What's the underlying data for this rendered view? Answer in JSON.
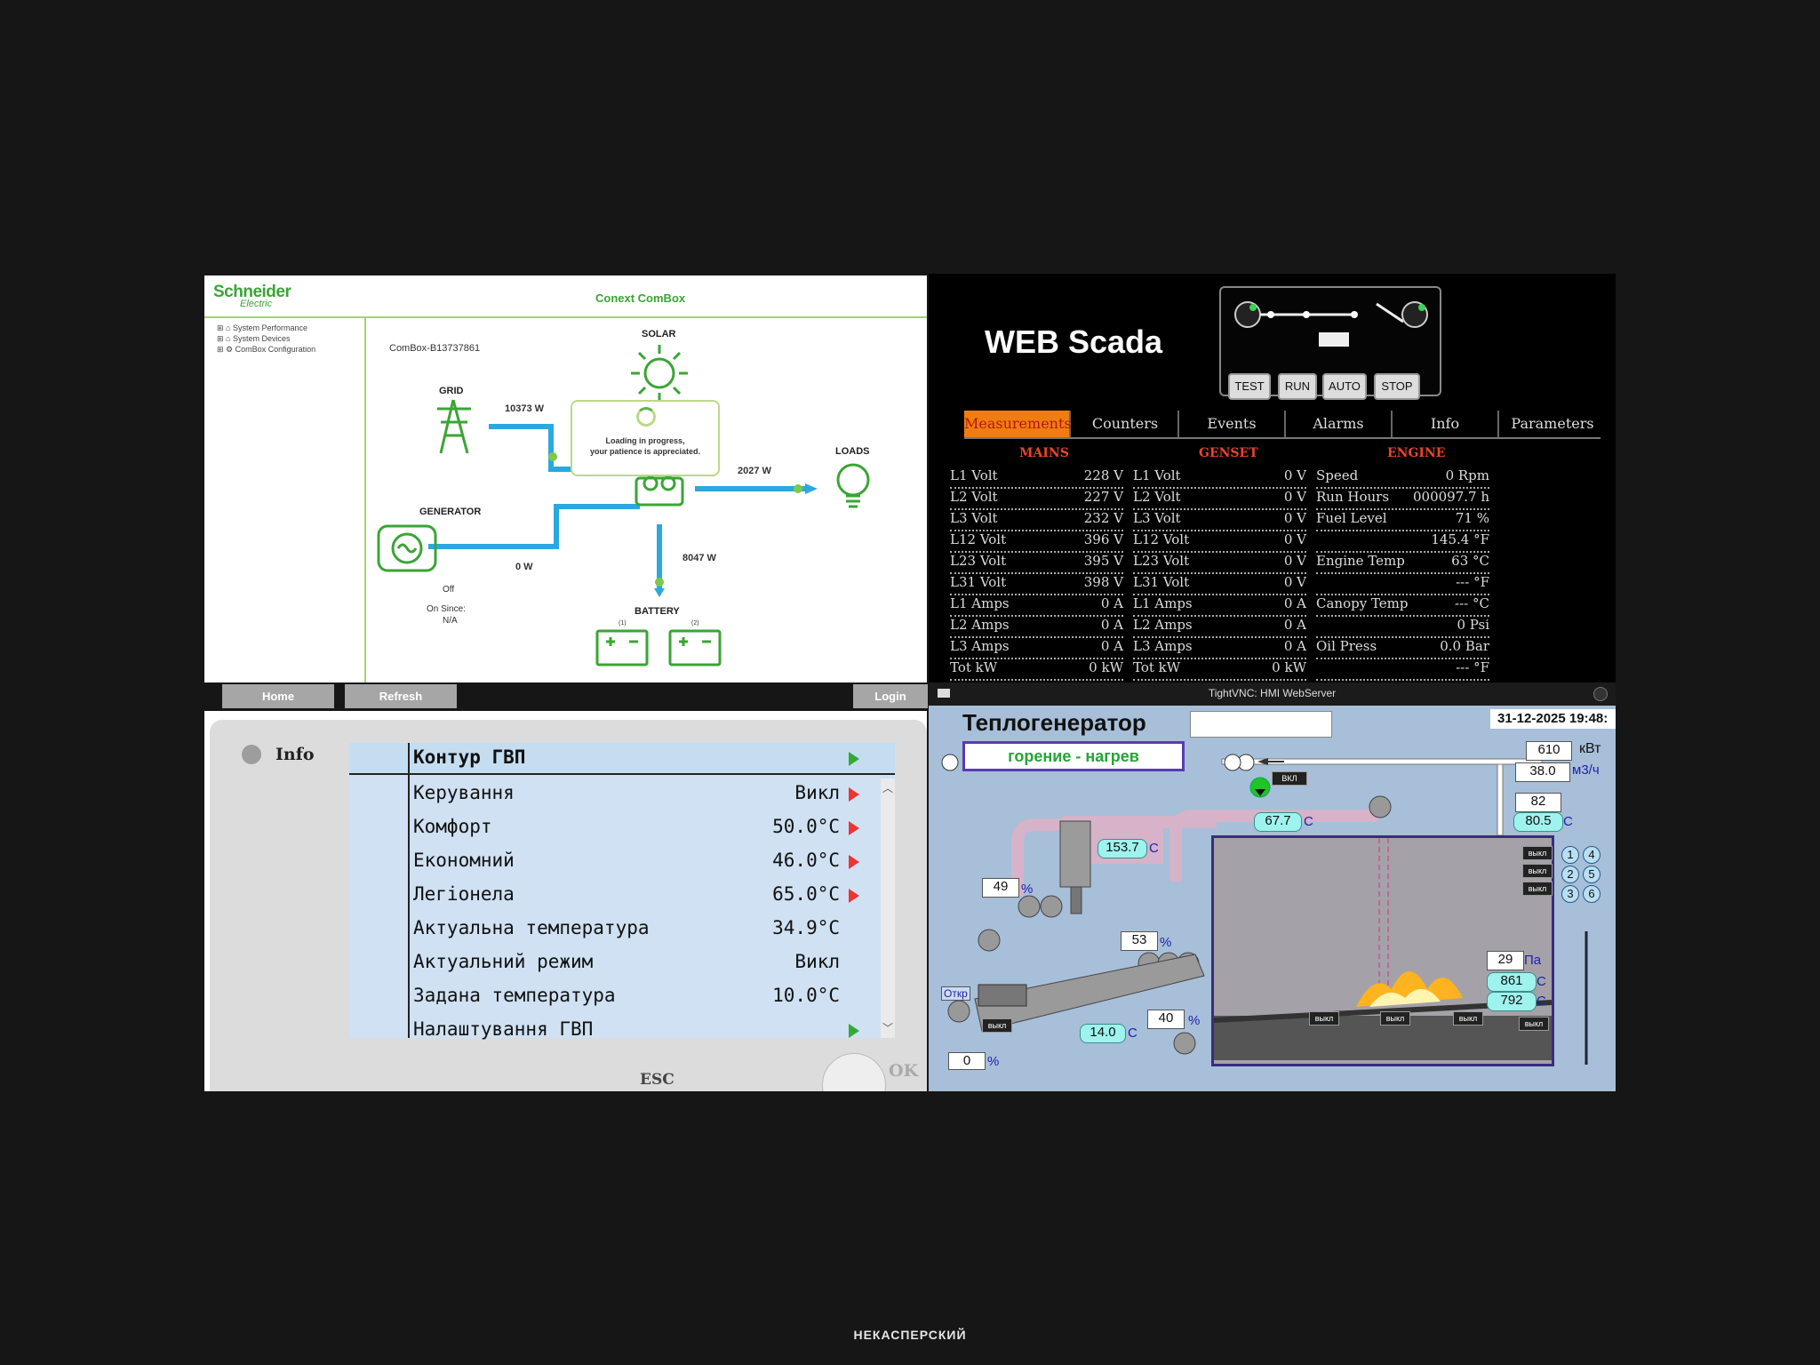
{
  "combox": {
    "brand_name": "Schneider",
    "brand_sub": "Electric",
    "title": "Conext ComBox",
    "nav": [
      "System Performance",
      "System Devices",
      "ComBox Configuration"
    ],
    "device_id": "ComBox-B13737861",
    "solar_label": "SOLAR",
    "grid_label": "GRID",
    "grid_power": "10373 W",
    "loads_label": "LOADS",
    "loads_power": "2027 W",
    "generator_label": "GENERATOR",
    "generator_power": "0 W",
    "generator_state": "Off",
    "generator_since_label": "On Since:",
    "generator_since_value": "N/A",
    "battery_label": "BATTERY",
    "battery_power": "8047 W",
    "battery_tags": [
      "(1)",
      "(2)"
    ],
    "loading_line1": "Loading in progress,",
    "loading_line2": "your patience is appreciated.",
    "buttons": {
      "home": "Home",
      "refresh": "Refresh",
      "login": "Login"
    },
    "colors": {
      "green": "#3aa535",
      "flow": "#2aa9e0"
    }
  },
  "scada": {
    "brand": "WEB Scada",
    "ctrl_buttons": [
      "TEST",
      "RUN",
      "AUTO",
      "STOP"
    ],
    "tabs": [
      "Measurements",
      "Counters",
      "Events",
      "Alarms",
      "Info",
      "Parameters"
    ],
    "active_tab": "Measurements",
    "sections": {
      "mains": "MAINS",
      "genset": "GENSET",
      "engine": "ENGINE"
    },
    "mains": [
      {
        "k": "L1 Volt",
        "v": "228 V"
      },
      {
        "k": "L2 Volt",
        "v": "227 V"
      },
      {
        "k": "L3 Volt",
        "v": "232 V"
      },
      {
        "k": "L12 Volt",
        "v": "396 V"
      },
      {
        "k": "L23 Volt",
        "v": "395 V"
      },
      {
        "k": "L31 Volt",
        "v": "398 V"
      },
      {
        "k": "L1 Amps",
        "v": "0 A"
      },
      {
        "k": "L2 Amps",
        "v": "0 A"
      },
      {
        "k": "L3 Amps",
        "v": "0 A"
      },
      {
        "k": "Tot kW",
        "v": "0 kW"
      }
    ],
    "genset": [
      {
        "k": "L1 Volt",
        "v": "0 V"
      },
      {
        "k": "L2 Volt",
        "v": "0 V"
      },
      {
        "k": "L3 Volt",
        "v": "0 V"
      },
      {
        "k": "L12 Volt",
        "v": "0 V"
      },
      {
        "k": "L23 Volt",
        "v": "0 V"
      },
      {
        "k": "L31 Volt",
        "v": "0 V"
      },
      {
        "k": "L1 Amps",
        "v": "0 A"
      },
      {
        "k": "L2 Amps",
        "v": "0 A"
      },
      {
        "k": "L3 Amps",
        "v": "0 A"
      },
      {
        "k": "Tot kW",
        "v": "0 kW"
      }
    ],
    "engine": [
      {
        "k": "Speed",
        "v": "0 Rpm"
      },
      {
        "k": "Run Hours",
        "v": "000097.7 h"
      },
      {
        "k": "Fuel Level",
        "v": "71 %"
      },
      {
        "k": "",
        "v": "145.4 °F"
      },
      {
        "k": "Engine Temp",
        "v": "63 °C"
      },
      {
        "k": "",
        "v": "--- °F"
      },
      {
        "k": "Canopy Temp",
        "v": "--- °C"
      },
      {
        "k": "",
        "v": "0 Psi"
      },
      {
        "k": "Oil Press",
        "v": "0.0 Bar"
      },
      {
        "k": "",
        "v": "--- °F"
      }
    ]
  },
  "hmi": {
    "info_label": "Info",
    "header": "Контур ГВП",
    "rows": [
      {
        "k": "Керування",
        "v": "Викл",
        "arrow": true
      },
      {
        "k": "Комфорт",
        "v": "50.0°C",
        "arrow": true
      },
      {
        "k": "Економний",
        "v": "46.0°C",
        "arrow": true
      },
      {
        "k": "Легіонела",
        "v": "65.0°C",
        "arrow": true
      },
      {
        "k": "Актуальна температура",
        "v": "34.9°C",
        "arrow": false
      },
      {
        "k": "Актуальний режим",
        "v": "Викл",
        "arrow": false
      },
      {
        "k": "Задана температура",
        "v": "10.0°C",
        "arrow": false
      },
      {
        "k": "Налаштування ГВП",
        "v": "",
        "arrow": true
      }
    ],
    "esc_label": "ESC",
    "ok_label": "OK"
  },
  "vnc": {
    "window_title": "TightVNC: HMI WebServer",
    "title": "Теплогенератор",
    "status": "горение - нагрев",
    "datetime": "31-12-2025 19:48:",
    "power_value": "610",
    "power_unit": "кВт",
    "flow_value": "38.0",
    "flow_unit": "м3/ч",
    "v82": "82",
    "v805": "80.5",
    "v677": "67.7",
    "v1537": "153.7",
    "v49": "49",
    "v53": "53",
    "v40": "40",
    "v140": "14.0",
    "v0": "0",
    "v29": "29",
    "v861": "861",
    "v792": "792",
    "unit_c": "С",
    "unit_pct": "%",
    "unit_pa": "Па",
    "vkl": "ВКЛ",
    "otkr": "Откр",
    "vykl": "выкл",
    "nums": [
      "1",
      "2",
      "3",
      "4",
      "5",
      "6"
    ]
  },
  "footer": "НЕКАСПЕРСКИЙ"
}
